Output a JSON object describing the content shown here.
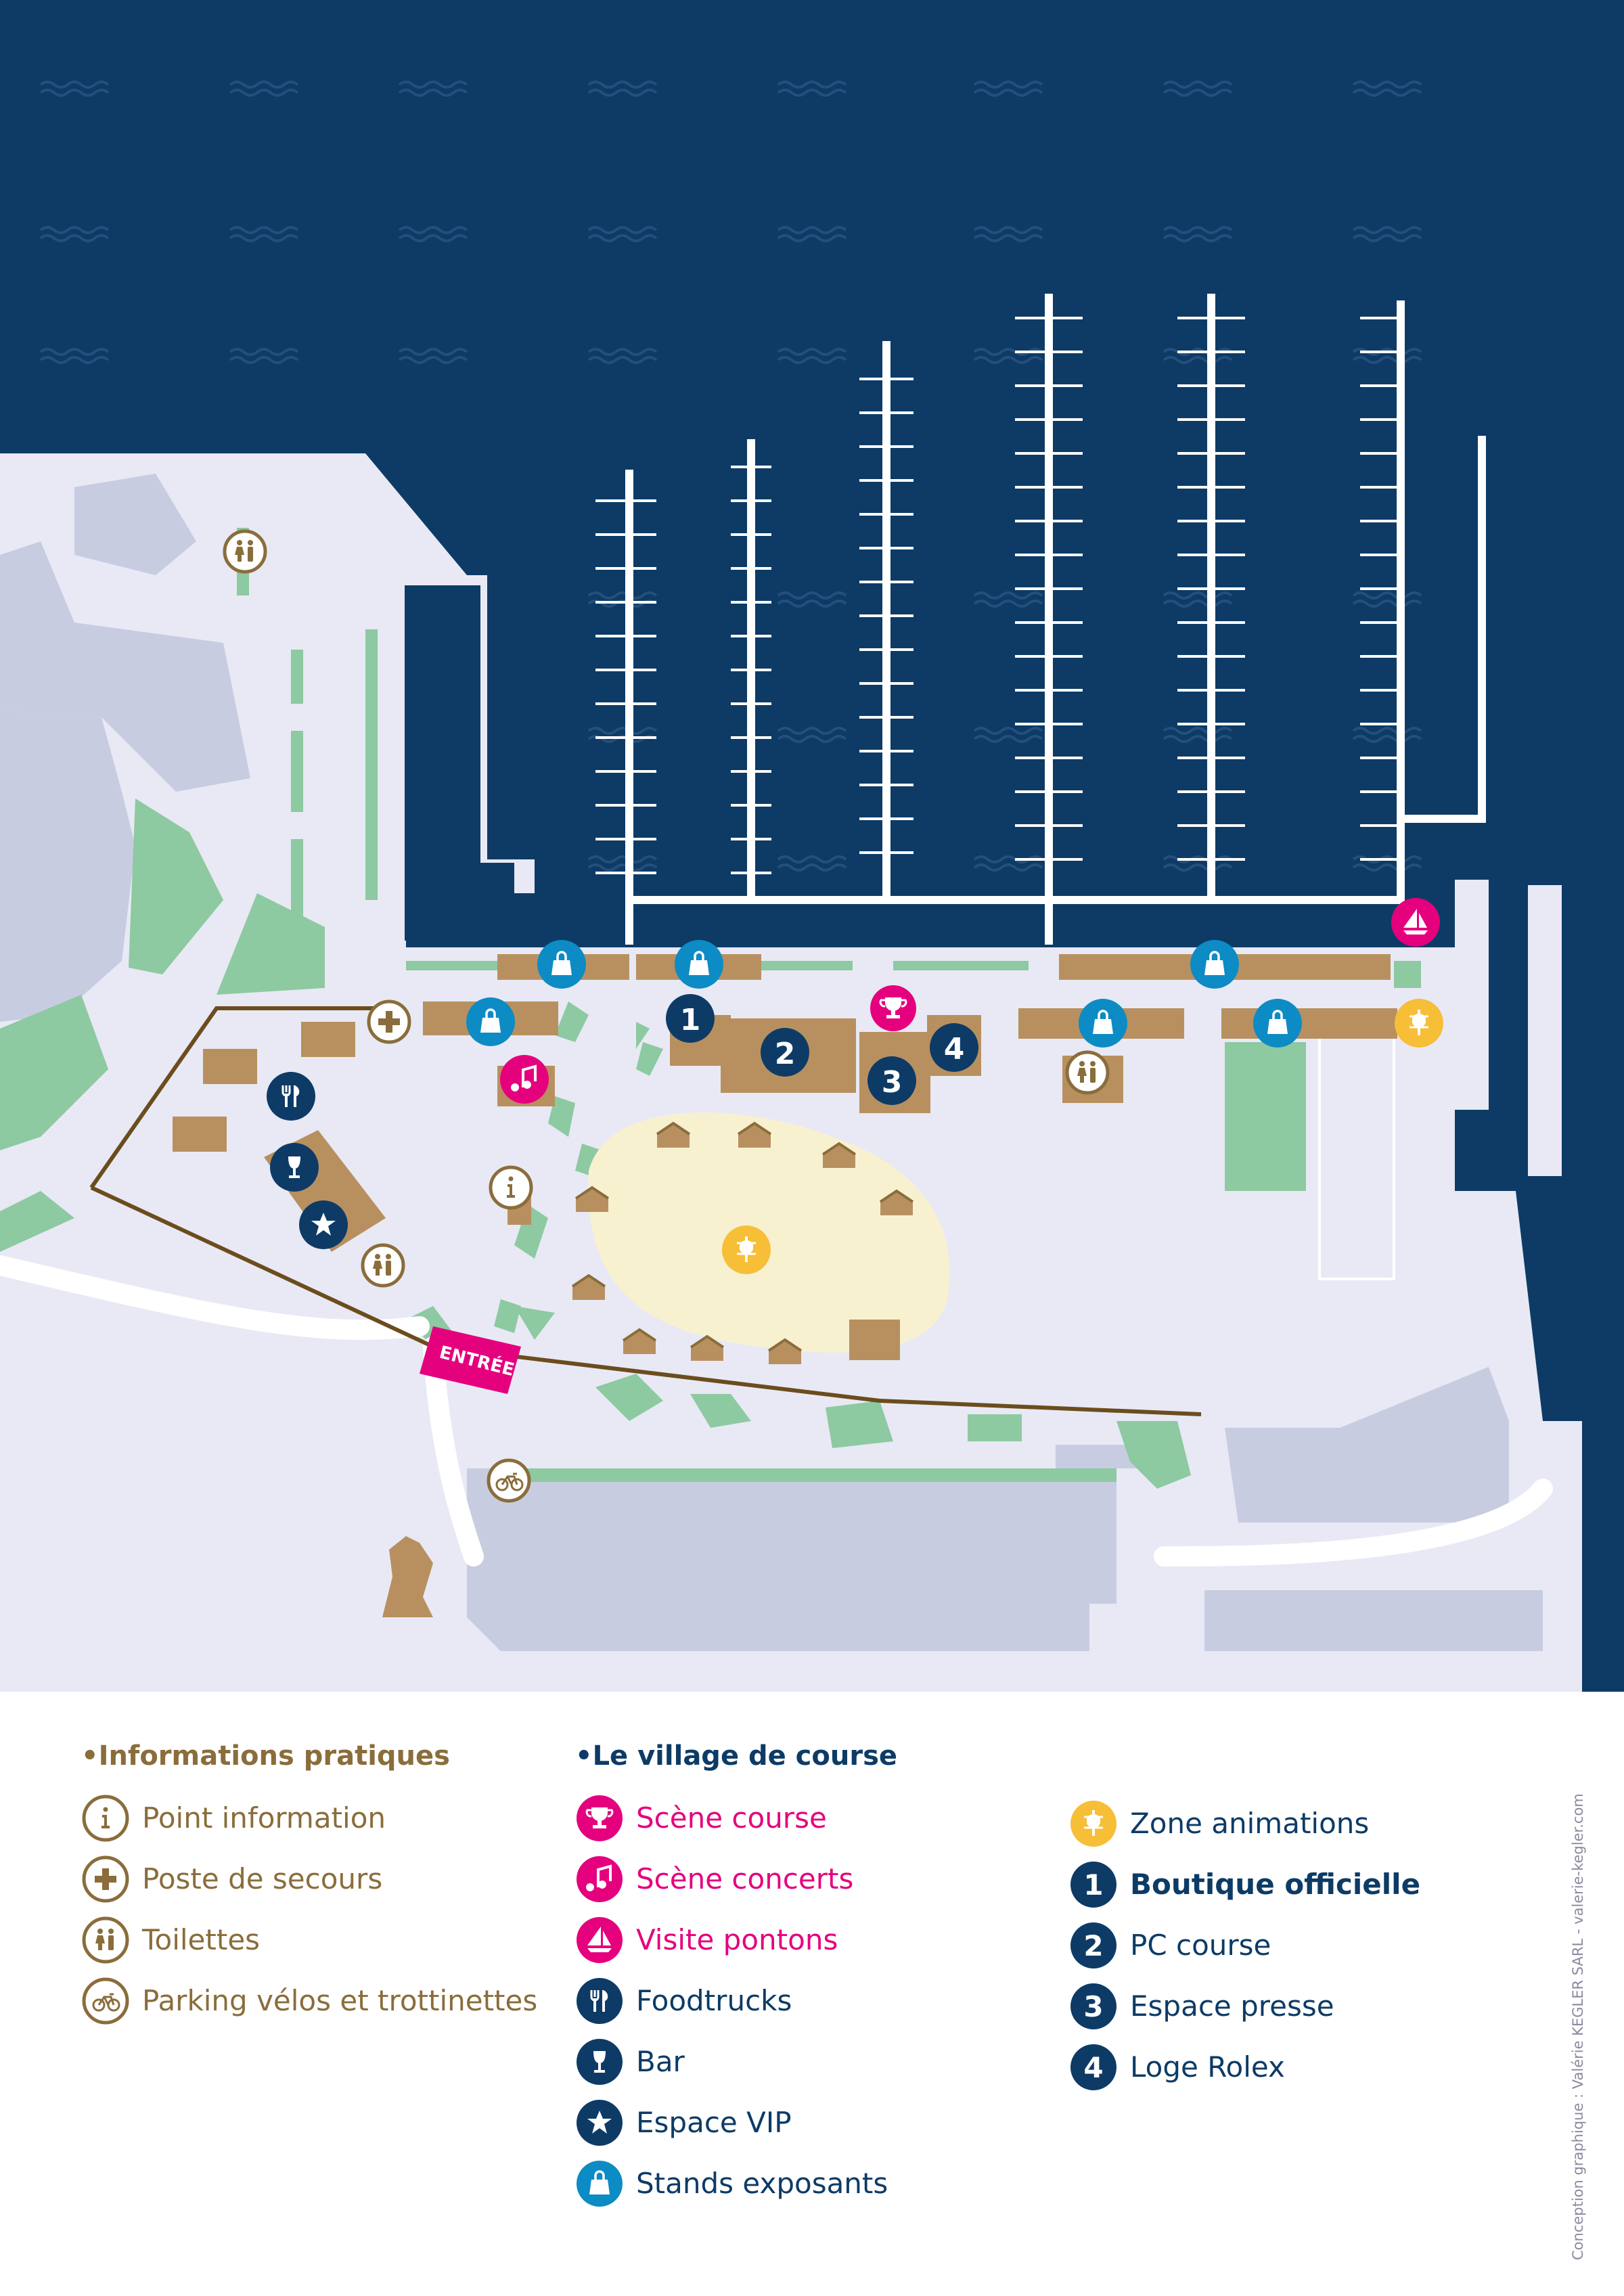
{
  "map": {
    "entrance_label": "ENTRÉE",
    "colors": {
      "water": "#0d3b66",
      "wave": "#244f7c",
      "pier": "#ffffff",
      "land": "#e8e9f5",
      "building": "#c8cce1",
      "green": "#8dc9a1",
      "path": "#6b4d1d",
      "plaza": "#f8f1d0",
      "tent": "#b89060",
      "brown": "#8a6d3b",
      "navy": "#0d3b66",
      "pink": "#e5007e",
      "yellow": "#f7be37",
      "cyan": "#0d8bc5"
    }
  },
  "legend": {
    "practical": {
      "title": "•Informations pratiques",
      "color": "#8a6d3b",
      "items": [
        {
          "icon": "info-icon",
          "label": "Point information"
        },
        {
          "icon": "first-aid-icon",
          "label": "Poste de secours"
        },
        {
          "icon": "toilets-icon",
          "label": "Toilettes"
        },
        {
          "icon": "bike-icon",
          "label": "Parking vélos et trottinettes"
        }
      ]
    },
    "village": {
      "title": "•Le village de course",
      "color": "#0d3b66",
      "items": [
        {
          "icon": "trophy-icon",
          "label": "Scène course",
          "color": "#e5007e"
        },
        {
          "icon": "music-icon",
          "label": "Scène concerts",
          "color": "#e5007e"
        },
        {
          "icon": "sailboat-icon",
          "label": "Visite pontons",
          "color": "#e5007e"
        },
        {
          "icon": "foodtrucks-icon",
          "label": "Foodtrucks",
          "color": "#0d3b66"
        },
        {
          "icon": "bar-icon",
          "label": "Bar",
          "color": "#0d3b66"
        },
        {
          "icon": "star-icon",
          "label": "Espace VIP",
          "color": "#0d3b66"
        },
        {
          "icon": "shopping-bag-icon",
          "label": "Stands exposants",
          "color": "#0d3b66"
        }
      ]
    },
    "village_more": {
      "items": [
        {
          "icon": "animation-icon",
          "label": "Zone animations",
          "bold": false
        },
        {
          "icon": "number-1-icon",
          "number": "1",
          "label": "Boutique officielle",
          "bold": true
        },
        {
          "icon": "number-2-icon",
          "number": "2",
          "label": "PC course",
          "bold": false
        },
        {
          "icon": "number-3-icon",
          "number": "3",
          "label": "Espace presse",
          "bold": false
        },
        {
          "icon": "number-4-icon",
          "number": "4",
          "label": "Loge Rolex",
          "bold": false
        }
      ]
    }
  },
  "credit": "Conception graphique : Valérie KEGLER SARL - valerie-kegler.com"
}
